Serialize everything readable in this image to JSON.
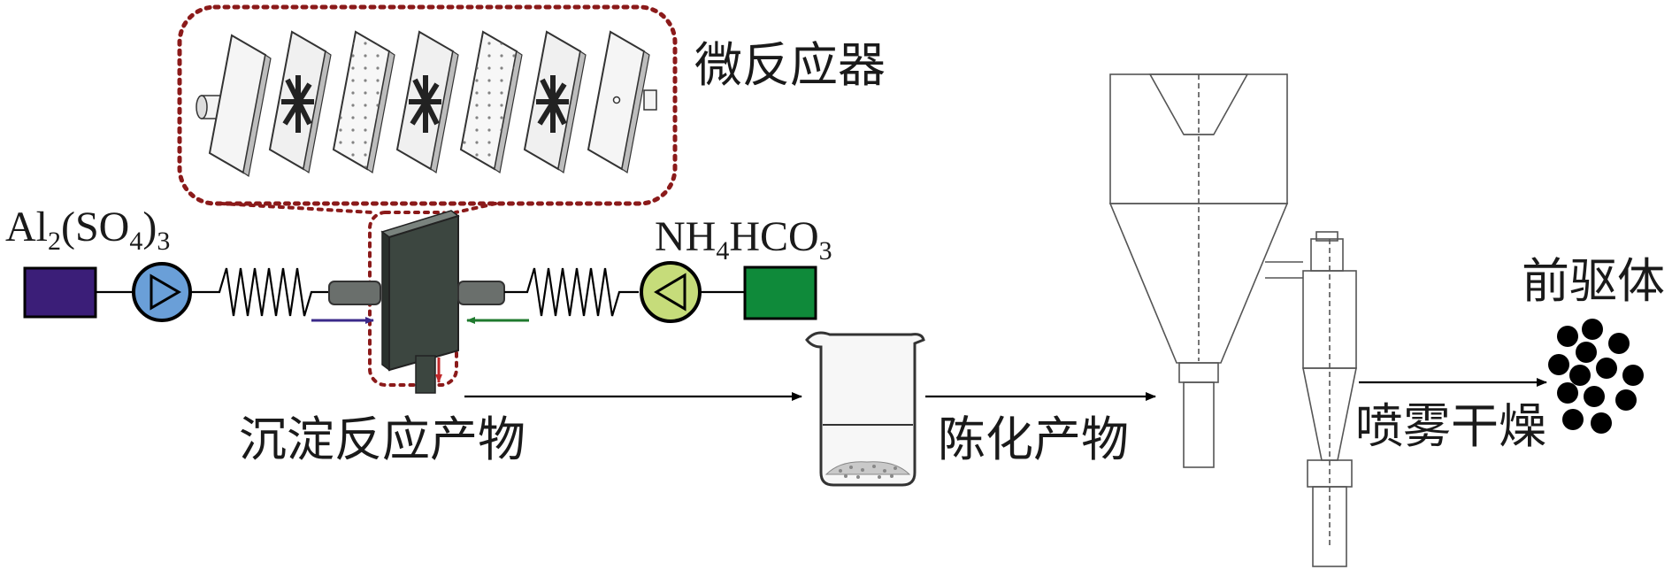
{
  "labels": {
    "microreactor": "微反应器",
    "reagent_left": {
      "base": "Al",
      "sub1": "2",
      "mid": "(SO",
      "sub2": "4",
      "close": ")",
      "sub3": "3"
    },
    "reagent_right": {
      "base": "NH",
      "sub1": "4",
      "mid": "HCO",
      "sub2": "3"
    },
    "precipitation_product": "沉淀反应产物",
    "aged_product": "陈化产物",
    "spray_drying": "喷雾干燥",
    "precursor": "前驱体"
  },
  "colors": {
    "left_tank": "#3b1e78",
    "left_pump": "#6a9fd8",
    "right_tank": "#0f8a3a",
    "right_pump": "#c6dc7a",
    "reactor_outline": "#8b1a1a",
    "reactor_body": "#3c4640",
    "flow_in_left": "#3b2a8a",
    "flow_in_right": "#1f7a2e",
    "flow_out": "#c0282a",
    "particles": "#000000"
  }
}
